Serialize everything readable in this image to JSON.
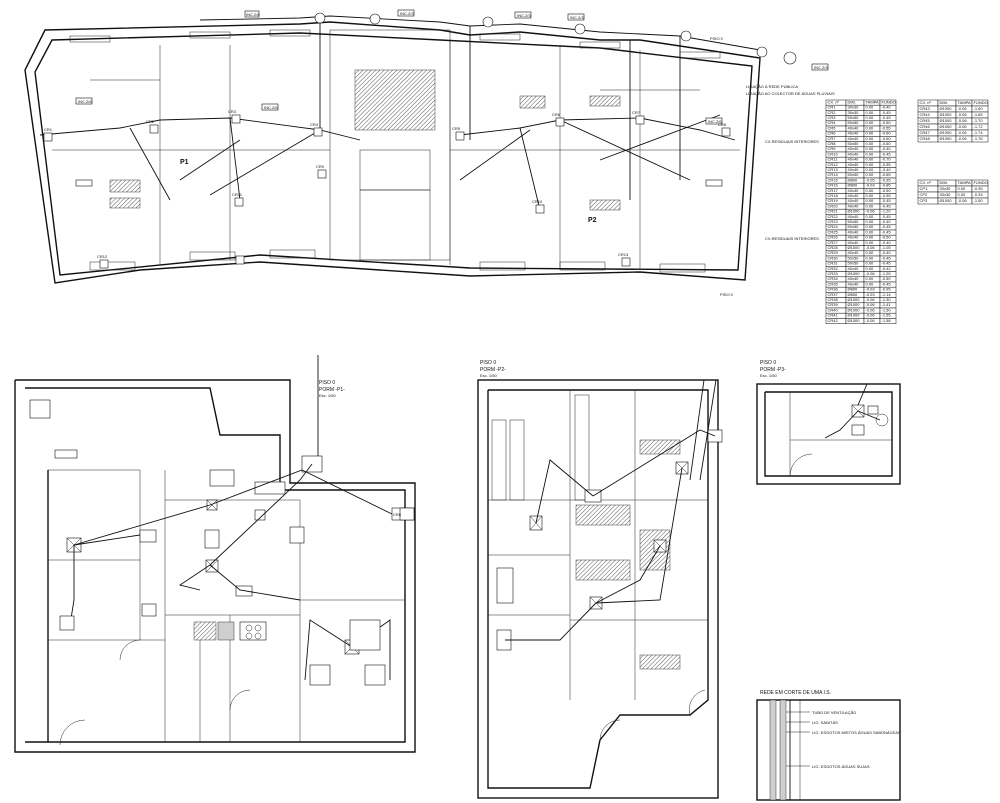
{
  "upper_plan": {
    "label": "PISO 0",
    "room_tags": [
      "P1",
      "P2"
    ],
    "labels_int": [
      "INC.2/6",
      "INC.2/3",
      "INC.2/3",
      "INC.2/3",
      "INC.2/3",
      "INC.2/6",
      "INC.2/6",
      "INC.2/6"
    ],
    "node_ids": [
      "CR1",
      "CR2",
      "CR3",
      "CR4",
      "CR5",
      "CR6",
      "CR7",
      "CR8",
      "CR9",
      "CR10",
      "CR11",
      "CR12",
      "CR13"
    ],
    "note_ventilation": "LIGAÇÃO À REDE PÚBLICA",
    "note_ventilation_sub": "LIGAÇÃO AO COLECTOR DE ÁGUAS PLUVIAIS"
  },
  "tables": {
    "headers": [
      "CX. nº",
      "DIM.",
      "TAMPA",
      "FUNDO"
    ],
    "label_interior_1": "CX.RESIDUAIS INTERIORES",
    "label_interior_2": "CX.RESIDUAIS INTERIORES",
    "main_rows": [
      [
        "CR1",
        "30x30",
        "0.00",
        "-0.40"
      ],
      [
        "CR2",
        "30x30",
        "0.00",
        "-0.45"
      ],
      [
        "CR3",
        "50x50",
        "0.00",
        "-0.45"
      ],
      [
        "CR4",
        "50x50",
        "0.00",
        "-0.50"
      ],
      [
        "CR5",
        "40x40",
        "0.00",
        "-0.55"
      ],
      [
        "CR6",
        "40x40",
        "0.00",
        "-0.60"
      ],
      [
        "CR7",
        "40x40",
        "0.00",
        "-0.60"
      ],
      [
        "CR8",
        "50x50",
        "0.00",
        "-0.60"
      ],
      [
        "CR9",
        "40x40",
        "0.00",
        "-0.40"
      ],
      [
        "CR10",
        "40x40",
        "0.00",
        "-0.45"
      ],
      [
        "CR11",
        "40x40",
        "0.00",
        "-0.70"
      ],
      [
        "CR12",
        "40x40",
        "0.00",
        "-0.55"
      ],
      [
        "CR13",
        "40x40",
        "0.00",
        "-0.40"
      ],
      [
        "CR14",
        "50x50",
        "0.00",
        "-0.65"
      ],
      [
        "CR15",
        "Ø800",
        "-0.05",
        "-0.95"
      ],
      [
        "CR16",
        "Ø800",
        "-0.03",
        "-0.85"
      ],
      [
        "CR17",
        "40x40",
        "0.00",
        "-0.50"
      ],
      [
        "CR18",
        "40x40",
        "0.00",
        "-0.55"
      ],
      [
        "CR19",
        "40x40",
        "0.00",
        "-0.45"
      ],
      [
        "CR20",
        "40x40",
        "0.00",
        "-0.45"
      ],
      [
        "CR21",
        "Ø1000",
        "-0.06",
        "-1.20"
      ],
      [
        "CR22",
        "40x40",
        "0.00",
        "-0.45"
      ],
      [
        "CR23",
        "50x50",
        "0.00",
        "-0.40"
      ],
      [
        "CR24",
        "50x50",
        "0.00",
        "-0.45"
      ],
      [
        "CR25",
        "40x40",
        "0.00",
        "-0.45"
      ],
      [
        "CR26",
        "40x40",
        "0.00",
        "-0.50"
      ],
      [
        "CR27",
        "40x40",
        "0.00",
        "-0.40"
      ],
      [
        "CR28",
        "Ø1000",
        "-0.06",
        "-1.05"
      ],
      [
        "CR29",
        "40x40",
        "0.00",
        "-0.40"
      ],
      [
        "CR30",
        "50x50",
        "0.00",
        "-0.45"
      ],
      [
        "CR31",
        "50x50",
        "0.00",
        "-0.45"
      ],
      [
        "CR32",
        "40x40",
        "0.00",
        "-0.42"
      ],
      [
        "CR33",
        "Ø1000",
        "-0.06",
        "-1.25"
      ],
      [
        "CR34",
        "40x40",
        "0.00",
        "-0.50"
      ],
      [
        "CR35",
        "40x40",
        "0.00",
        "-0.45"
      ],
      [
        "CR36",
        "Ø800",
        "-0.03",
        "-0.95"
      ],
      [
        "CR37",
        "Ø800",
        "-0.03",
        "-1.14"
      ],
      [
        "CR38",
        "Ø1000",
        "-0.06",
        "-1.30"
      ],
      [
        "CR39",
        "Ø1000",
        "-0.06",
        "-1.41"
      ],
      [
        "CR40",
        "Ø1000",
        "-0.06",
        "-1.50"
      ],
      [
        "CR41",
        "Ø1000",
        "-0.06",
        "-1.55"
      ],
      [
        "CR42",
        "Ø1000",
        "-0.06",
        "-1.58"
      ]
    ],
    "right_rows": [
      [
        "CR43",
        "Ø1000",
        "-0.06",
        "-1.60"
      ],
      [
        "CR44",
        "Ø1000",
        "-0.06",
        "-1.65"
      ],
      [
        "CR45",
        "Ø1000",
        "-0.06",
        "-1.70"
      ],
      [
        "CR46",
        "Ø1000",
        "-0.06",
        "-1.72"
      ],
      [
        "CR47",
        "Ø1000",
        "-0.06",
        "-1.74"
      ],
      [
        "CR48",
        "Ø1000",
        "-0.06",
        "-1.76"
      ]
    ],
    "small_rows": [
      [
        "CP1",
        "30x30",
        "0.00",
        "-0.35"
      ],
      [
        "CP2",
        "30x30",
        "0.00",
        "-0.33"
      ],
      [
        "CP3",
        "Ø1000",
        "-0.06",
        "-1.50"
      ]
    ]
  },
  "details": {
    "p1": {
      "title": "PISO 0",
      "subtitle": "PORM -P1-",
      "scale": "Esc. 1/50",
      "node": "CR6"
    },
    "p2": {
      "title": "PISO 0",
      "subtitle": "PORM -P2-",
      "scale": "Esc. 1/50"
    },
    "p3": {
      "title": "PISO 0",
      "subtitle": "PORM -P3-",
      "scale": "Esc. 1/50"
    }
  },
  "section": {
    "title": "REDE EM CORTE DE UMA I.S.",
    "lines": [
      "TUBO DE VENTILAÇÃO",
      "LIG. SANITÁS",
      "LIG. ESGOTOS MISTOS ÁGUAS SABONÁCEAS",
      "LIG. ESGOTOS ÁGUAS SUJAS"
    ]
  }
}
